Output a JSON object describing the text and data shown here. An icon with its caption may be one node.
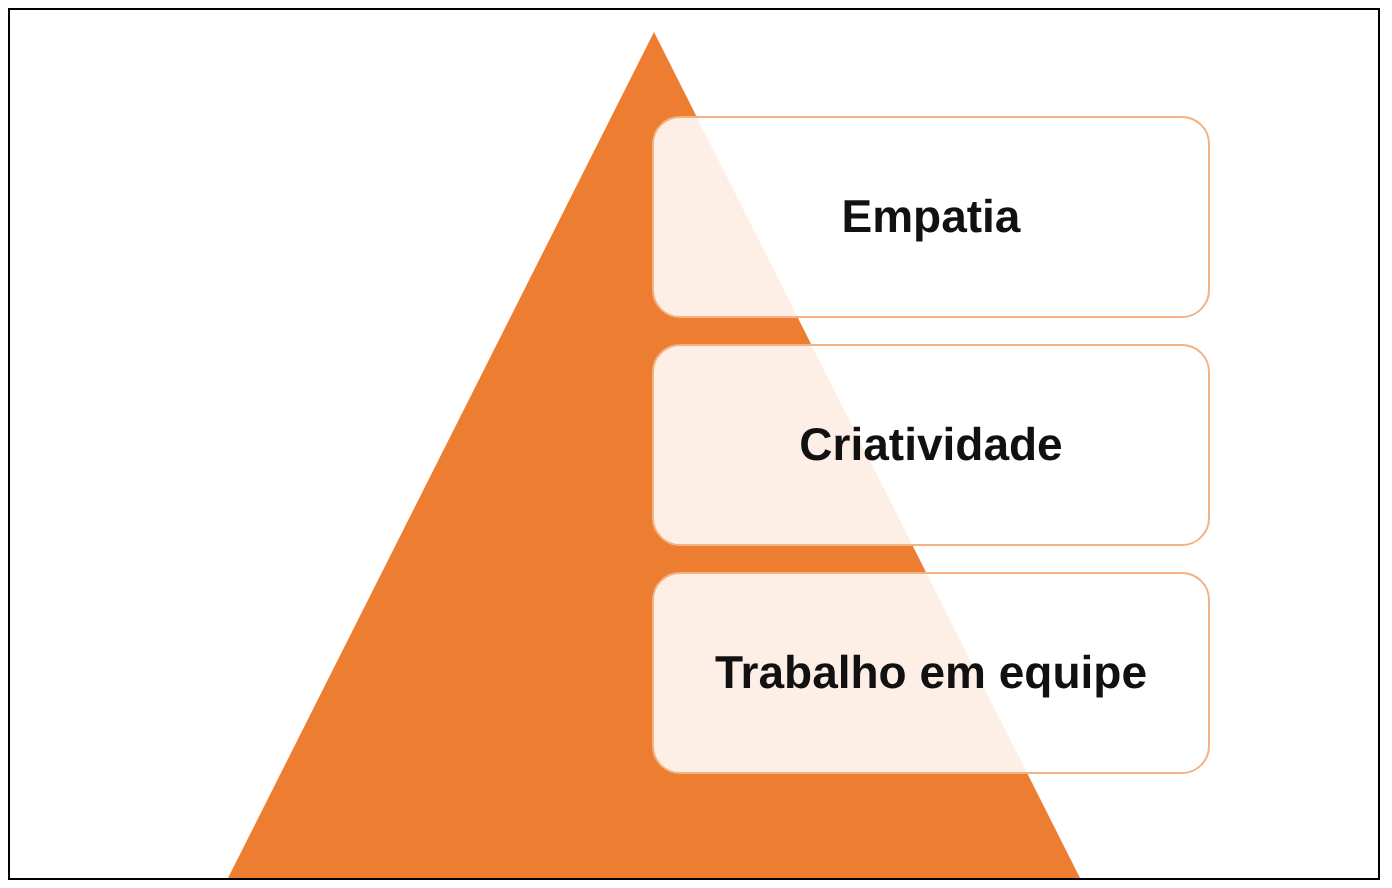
{
  "diagram": {
    "nodes": [
      {
        "text": [],
        "shape": "triangle"
      },
      {
        "text": [
          "Empatia"
        ]
      },
      {
        "text": [
          "Criatividade"
        ]
      },
      {
        "text": [
          "Trabalho em equipe"
        ]
      }
    ]
  }
}
